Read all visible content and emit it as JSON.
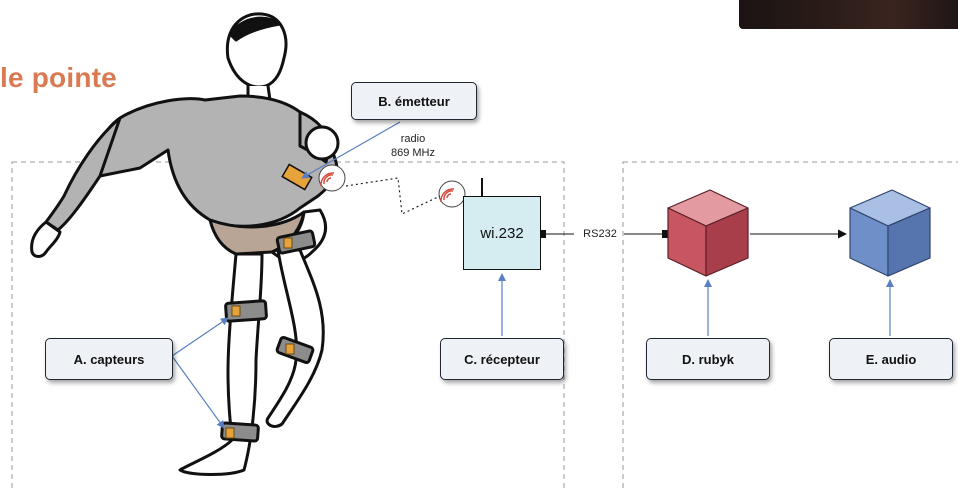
{
  "title": "le pointe",
  "boxes": {
    "a": "A. capteurs",
    "b": "B. émetteur",
    "c": "C. récepteur",
    "d": "D. rubyk",
    "e": "E. audio"
  },
  "radio": {
    "line1": "radio",
    "line2": "869 MHz"
  },
  "receiver_label": "wi.232",
  "link_label": "RS232",
  "colors": {
    "title": "#d97a52",
    "arrow": "#5a7fc0",
    "box_fill": "#eef1f6",
    "receiver_fill": "#d5ecf0",
    "cube_red": "#c75660",
    "cube_blue": "#6f8fc8",
    "sensor": "#e8a23a",
    "antenna_red": "#d94a3a"
  },
  "icons": [
    "human-figure",
    "radio-wave-icon",
    "cube-icon"
  ]
}
